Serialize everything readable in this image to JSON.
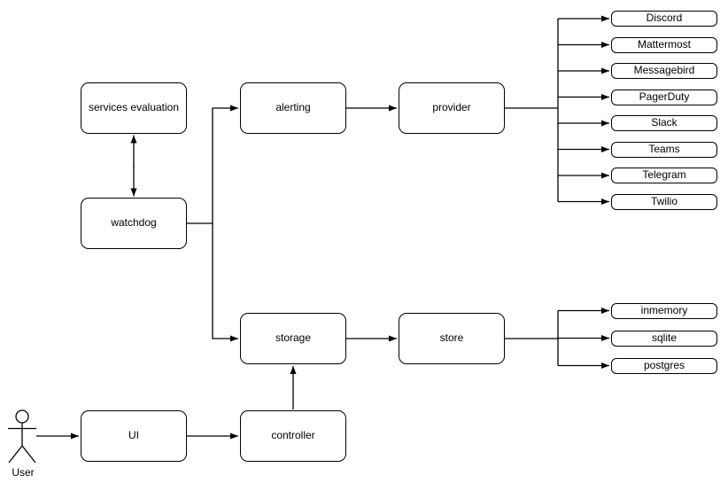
{
  "diagram": {
    "nodes": {
      "services_evaluation": {
        "label": "services evaluation"
      },
      "watchdog": {
        "label": "watchdog"
      },
      "alerting": {
        "label": "alerting"
      },
      "provider": {
        "label": "provider"
      },
      "storage": {
        "label": "storage"
      },
      "store": {
        "label": "store"
      },
      "ui": {
        "label": "UI"
      },
      "controller": {
        "label": "controller"
      }
    },
    "actor": {
      "label": "User"
    },
    "provider_targets": [
      "Discord",
      "Mattermost",
      "Messagebird",
      "PagerDuty",
      "Slack",
      "Teams",
      "Telegram",
      "Twilio"
    ],
    "store_targets": [
      "inmemory",
      "sqlite",
      "postgres"
    ],
    "edges": [
      {
        "from": "watchdog",
        "to": "services evaluation",
        "style": "bidirectional"
      },
      {
        "from": "watchdog",
        "to": "alerting"
      },
      {
        "from": "watchdog",
        "to": "storage"
      },
      {
        "from": "alerting",
        "to": "provider"
      },
      {
        "from": "provider",
        "to": "Discord"
      },
      {
        "from": "provider",
        "to": "Mattermost"
      },
      {
        "from": "provider",
        "to": "Messagebird"
      },
      {
        "from": "provider",
        "to": "PagerDuty"
      },
      {
        "from": "provider",
        "to": "Slack"
      },
      {
        "from": "provider",
        "to": "Teams"
      },
      {
        "from": "provider",
        "to": "Telegram"
      },
      {
        "from": "provider",
        "to": "Twilio"
      },
      {
        "from": "storage",
        "to": "store"
      },
      {
        "from": "store",
        "to": "inmemory"
      },
      {
        "from": "store",
        "to": "sqlite"
      },
      {
        "from": "store",
        "to": "postgres"
      },
      {
        "from": "User",
        "to": "UI"
      },
      {
        "from": "UI",
        "to": "controller"
      },
      {
        "from": "controller",
        "to": "storage"
      }
    ],
    "colors": {
      "stroke": "#000000",
      "node_fill": "#ffffff",
      "background": "#ffffff",
      "text": "#000000"
    }
  }
}
